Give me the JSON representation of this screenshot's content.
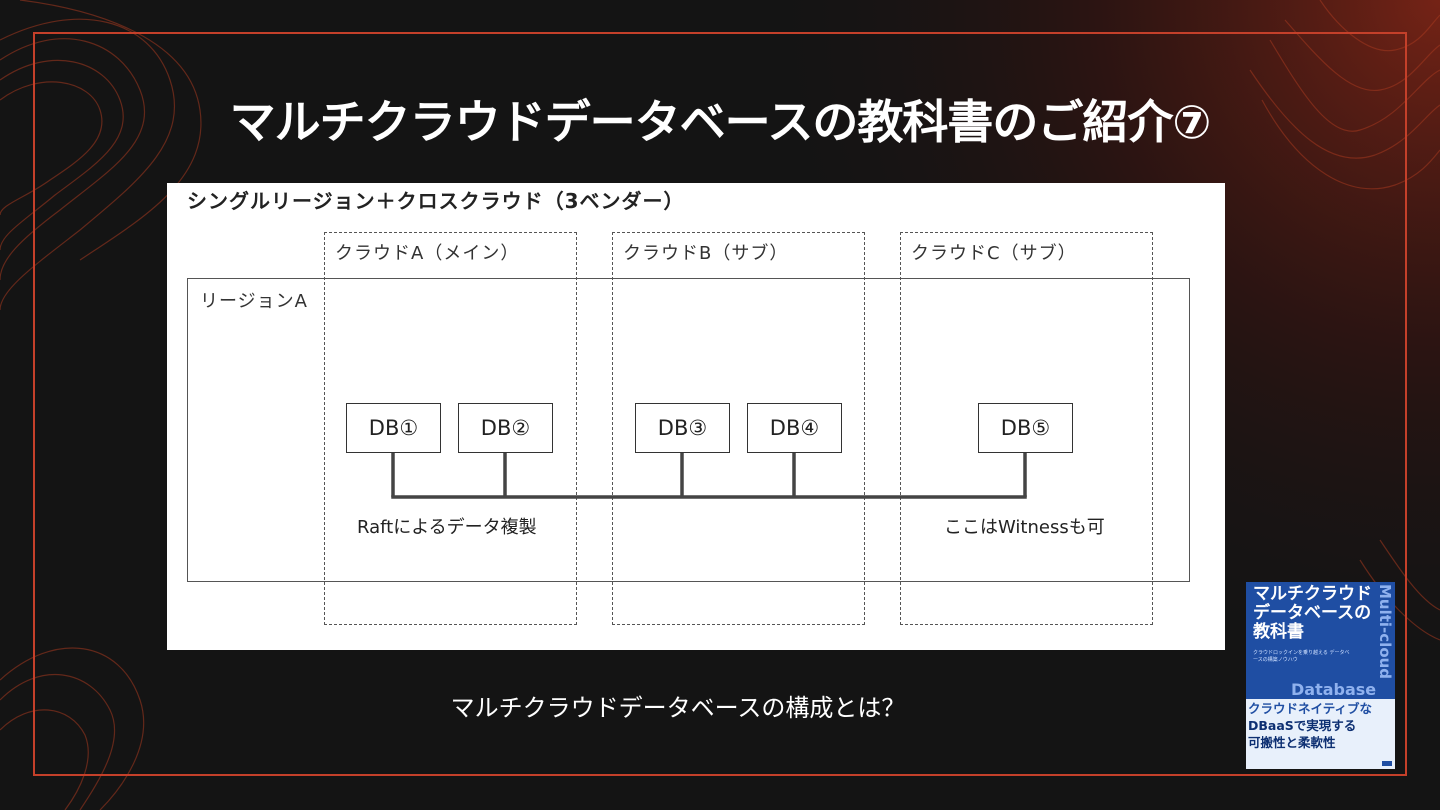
{
  "slide": {
    "title": "マルチクラウドデータベースの教科書のご紹介⑦",
    "caption": "マルチクラウドデータベースの構成とは？"
  },
  "diagram": {
    "heading": "シングルリージョン＋クロスクラウド（3ベンダー）",
    "region_label": "リージョンA",
    "clouds": [
      {
        "label": "クラウドA（メイン）"
      },
      {
        "label": "クラウドB（サブ）"
      },
      {
        "label": "クラウドC（サブ）"
      }
    ],
    "nodes": [
      {
        "label": "DB①"
      },
      {
        "label": "DB②"
      },
      {
        "label": "DB③"
      },
      {
        "label": "DB④"
      },
      {
        "label": "DB⑤"
      }
    ],
    "notes": {
      "replication": "Raftによるデータ複製",
      "witness": "ここはWitnessも可"
    }
  },
  "book": {
    "title_line1": "マルチクラウド",
    "title_line2": "データベースの",
    "title_line3": "教科書",
    "subtitle": "クラウドロックインを乗り越える データベースの構築ノウハウ",
    "side_text": "Multi-cloud",
    "side_text2": "Database",
    "band_line1": "クラウドネイティブな",
    "band_line2": "DBaaSで実現する",
    "band_line3": "可搬性と柔軟性"
  },
  "colors": {
    "accent": "#c4402a",
    "background": "#141414",
    "book_blue": "#1f4ea3"
  }
}
